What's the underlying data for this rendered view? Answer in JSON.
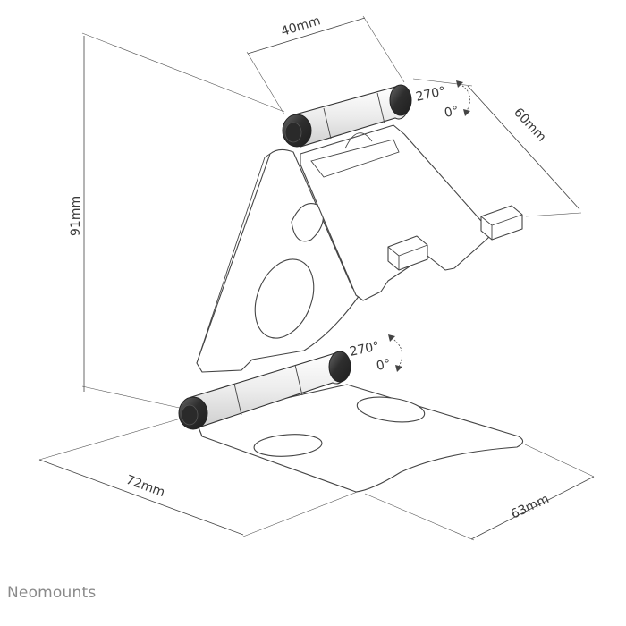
{
  "dimensions": {
    "hinge_width": "40mm",
    "holder_depth": "60mm",
    "height": "91mm",
    "base_depth": "72mm",
    "base_width": "63mm"
  },
  "rotation": {
    "top_max": "270°",
    "top_min": "0°",
    "bottom_max": "270°",
    "bottom_min": "0°"
  },
  "brand": "Neomounts",
  "colors": {
    "line": "#444444",
    "hinge_fill": "#e9e9e9",
    "hinge_cap": "#3b3b3b",
    "brand": "#8a8a8a"
  }
}
